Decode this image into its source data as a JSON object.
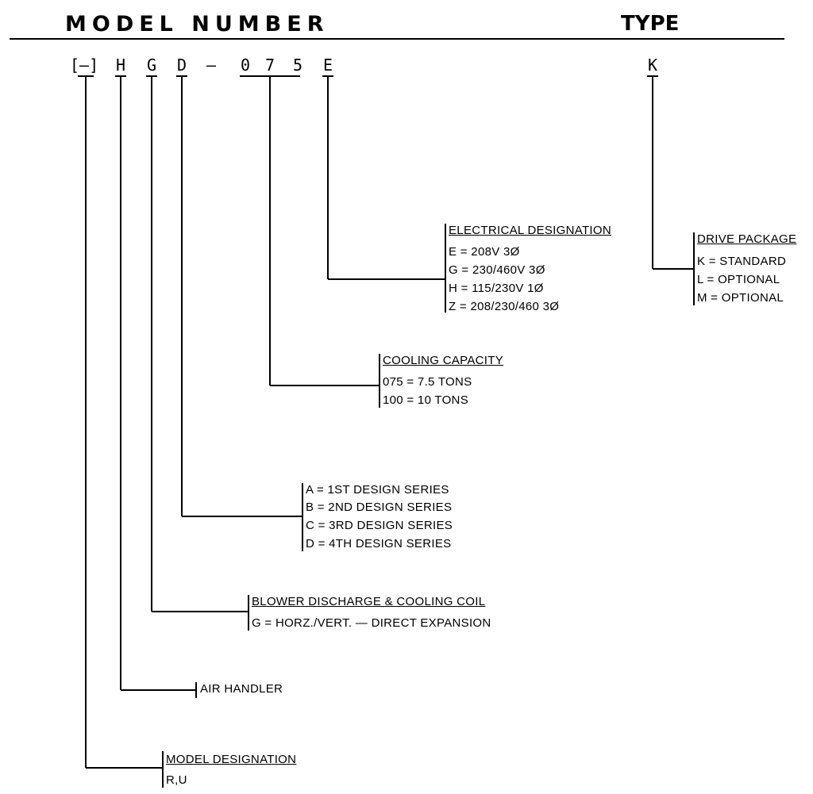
{
  "header": {
    "model_number": "MODEL NUMBER",
    "type": "TYPE"
  },
  "code": {
    "prefix": "[–]",
    "h": "H",
    "g": "G",
    "d": "D",
    "dash": "–",
    "c0": "0",
    "c7": "7",
    "c5": "5",
    "e": "E",
    "k": "K"
  },
  "electrical": {
    "title": "ELECTRICAL DESIGNATION",
    "items": [
      "E  =  208V 3Ø",
      "G  =  230/460V 3Ø",
      "H  =  115/230V 1Ø",
      "Z  =  208/230/460 3Ø"
    ]
  },
  "drive": {
    "title": "DRIVE PACKAGE",
    "items": [
      "K  =  STANDARD",
      "L  =  OPTIONAL",
      "M  =  OPTIONAL"
    ]
  },
  "cooling": {
    "title": "COOLING CAPACITY",
    "items": [
      "075  =  7.5 TONS",
      "100  =  10 TONS"
    ]
  },
  "design": {
    "items": [
      "A  =  1ST DESIGN SERIES",
      "B  =  2ND DESIGN SERIES",
      "C  =  3RD DESIGN SERIES",
      "D  =  4TH DESIGN SERIES"
    ]
  },
  "blower": {
    "title": "BLOWER DISCHARGE & COOLING COIL",
    "items": [
      "G  = HORZ./VERT. — DIRECT EXPANSION"
    ]
  },
  "air_handler": {
    "title": "AIR HANDLER"
  },
  "model_designation": {
    "title": "MODEL DESIGNATION",
    "items": [
      "R,U"
    ]
  }
}
